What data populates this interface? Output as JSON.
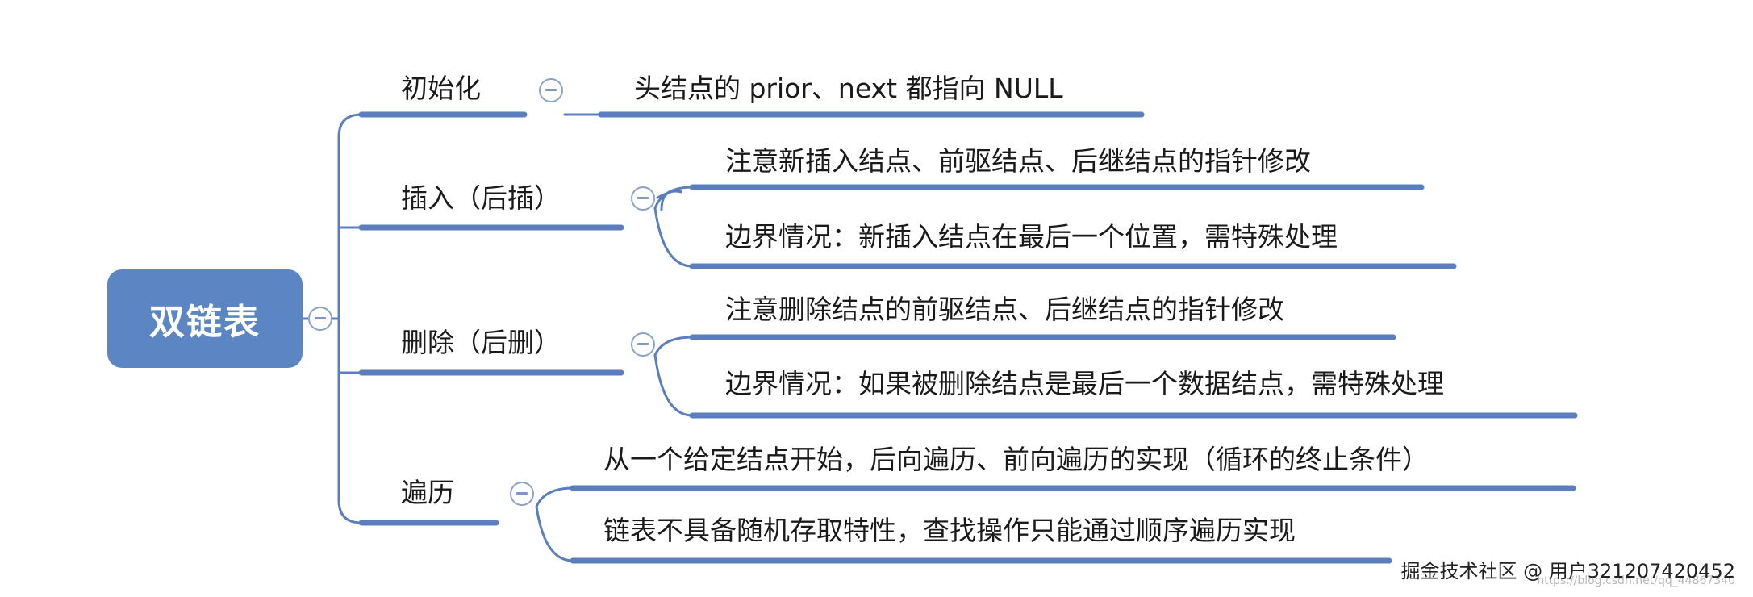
{
  "root": {
    "label": "双链表"
  },
  "branches": [
    {
      "label": "初始化",
      "children": [
        "头结点的 prior、next 都指向 NULL"
      ]
    },
    {
      "label": "插入（后插）",
      "children": [
        "注意新插入结点、前驱结点、后继结点的指针修改",
        "边界情况：新插入结点在最后一个位置，需特殊处理"
      ]
    },
    {
      "label": "删除（后删）",
      "children": [
        "注意删除结点的前驱结点、后继结点的指针修改",
        "边界情况：如果被删除结点是最后一个数据结点，需特殊处理"
      ]
    },
    {
      "label": "遍历",
      "children": [
        "从一个给定结点开始，后向遍历、前向遍历的实现（循环的终止条件）",
        "链表不具备随机存取特性，查找操作只能通过顺序遍历实现"
      ]
    }
  ],
  "watermark": {
    "text": "掘金技术社区 @ 用户3212074204​52",
    "url": "https://blog.csdn.net/qq_44867340"
  },
  "colors": {
    "root_fill": "#5b85c3",
    "line": "#5b7fbe",
    "collapse_border": "#8aa3c9"
  }
}
